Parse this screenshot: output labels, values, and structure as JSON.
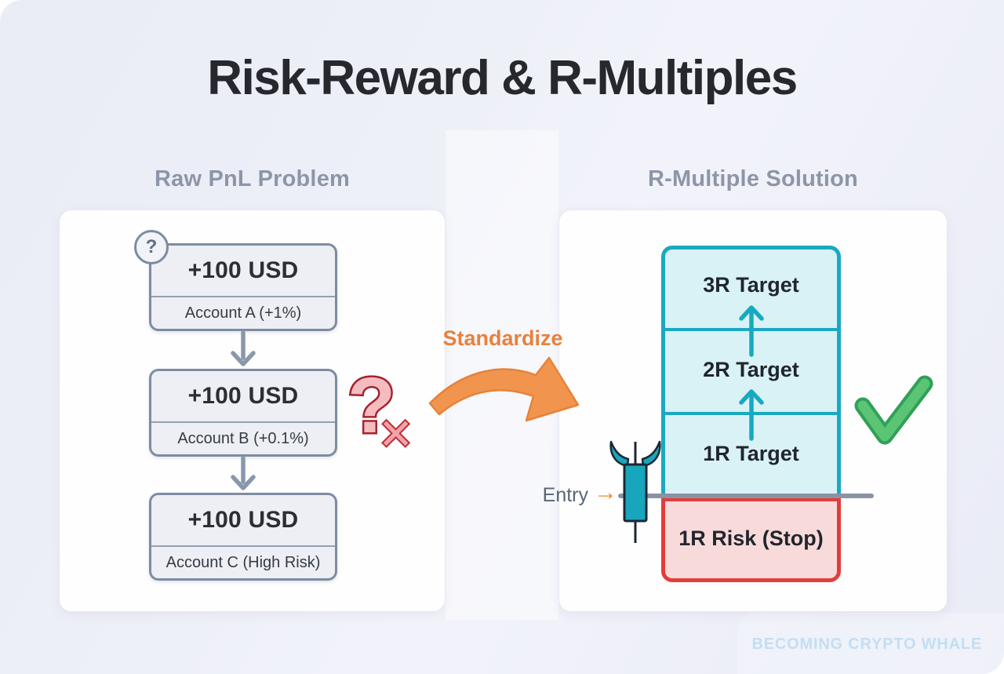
{
  "title": "Risk-Reward & R-Multiples",
  "left_panel": {
    "header": "Raw PnL Problem",
    "badge": "?",
    "boxes": [
      {
        "amount": "+100 USD",
        "account": "Account A (+1%)"
      },
      {
        "amount": "+100 USD",
        "account": "Account B (+0.1%)"
      },
      {
        "amount": "+100 USD",
        "account": "Account C (High Risk)"
      }
    ],
    "confusion": {
      "question_mark": "?",
      "cross_mark": "✕"
    }
  },
  "transform": {
    "label": "Standardize"
  },
  "right_panel": {
    "header": "R-Multiple Solution",
    "levels": [
      {
        "label": "3R Target"
      },
      {
        "label": "2R Target"
      },
      {
        "label": "1R Target"
      }
    ],
    "risk_label": "1R Risk (Stop)",
    "entry": {
      "label": "Entry",
      "arrow": "→"
    }
  },
  "watermark": "BECOMING CRYPTO WHALE",
  "colors": {
    "teal": "#1aa9c0",
    "teal_fill": "#d9f2f6",
    "red": "#e23d3d",
    "red_fill": "#f9dadb",
    "orange": "#e8813c",
    "green": "#57bd72",
    "slate": "#7e8ca1",
    "slate_fill": "#edeff5"
  }
}
